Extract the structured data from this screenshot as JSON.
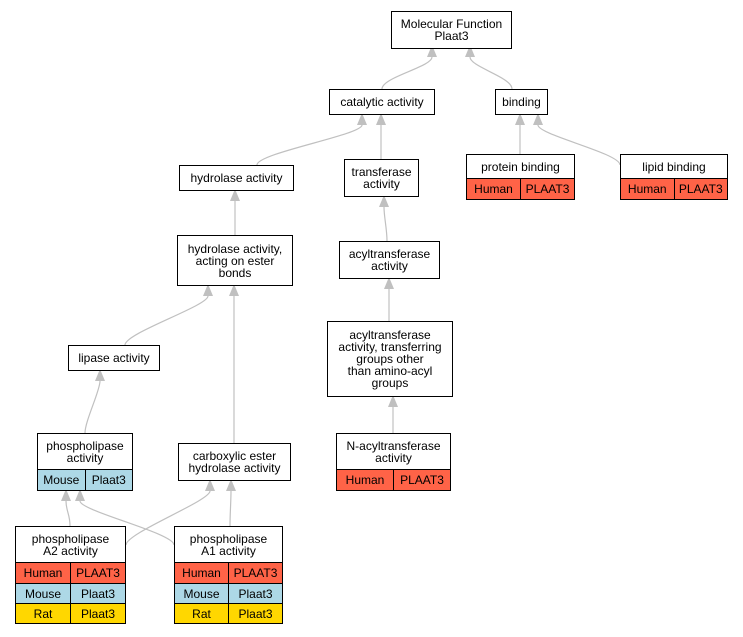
{
  "colors": {
    "edge": "#c0c0c0",
    "Human": "#ff6347",
    "Mouse": "#add8e6",
    "Rat": "#ffd700"
  },
  "nodes": [
    {
      "id": "mf",
      "label": "Molecular Function\nPlaat3",
      "rows": []
    },
    {
      "id": "catalytic",
      "label": "catalytic activity",
      "rows": []
    },
    {
      "id": "binding",
      "label": "binding",
      "rows": []
    },
    {
      "id": "hydrolase",
      "label": "hydrolase activity",
      "rows": []
    },
    {
      "id": "transferase",
      "label": "transferase\nactivity",
      "rows": []
    },
    {
      "id": "protein_binding",
      "label": "protein binding",
      "rows": [
        {
          "species": "Human",
          "gene": "PLAAT3"
        }
      ]
    },
    {
      "id": "lipid_binding",
      "label": "lipid binding",
      "rows": [
        {
          "species": "Human",
          "gene": "PLAAT3"
        }
      ]
    },
    {
      "id": "hydrolase_ester",
      "label": "hydrolase activity,\nacting on ester\nbonds",
      "rows": []
    },
    {
      "id": "acyltransferase",
      "label": "acyltransferase\nactivity",
      "rows": []
    },
    {
      "id": "acyltransferase_other",
      "label": "acyltransferase\nactivity, transferring\ngroups other\nthan amino-acyl\ngroups",
      "rows": []
    },
    {
      "id": "lipase",
      "label": "lipase activity",
      "rows": []
    },
    {
      "id": "n_acyltransferase",
      "label": "N-acyltransferase\nactivity",
      "rows": [
        {
          "species": "Human",
          "gene": "PLAAT3"
        }
      ]
    },
    {
      "id": "phospholipase",
      "label": "phospholipase\nactivity",
      "rows": [
        {
          "species": "Mouse",
          "gene": "Plaat3"
        }
      ]
    },
    {
      "id": "carboxylic",
      "label": "carboxylic ester\nhydrolase activity",
      "rows": []
    },
    {
      "id": "pla2",
      "label": "phospholipase\nA2 activity",
      "rows": [
        {
          "species": "Human",
          "gene": "PLAAT3"
        },
        {
          "species": "Mouse",
          "gene": "Plaat3"
        },
        {
          "species": "Rat",
          "gene": "Plaat3"
        }
      ]
    },
    {
      "id": "pla1",
      "label": "phospholipase\nA1 activity",
      "rows": [
        {
          "species": "Human",
          "gene": "PLAAT3"
        },
        {
          "species": "Mouse",
          "gene": "Plaat3"
        },
        {
          "species": "Rat",
          "gene": "Plaat3"
        }
      ]
    }
  ],
  "edges": [
    {
      "from": "catalytic",
      "to": "mf"
    },
    {
      "from": "binding",
      "to": "mf"
    },
    {
      "from": "hydrolase",
      "to": "catalytic"
    },
    {
      "from": "transferase",
      "to": "catalytic"
    },
    {
      "from": "protein_binding",
      "to": "binding"
    },
    {
      "from": "lipid_binding",
      "to": "binding"
    },
    {
      "from": "hydrolase_ester",
      "to": "hydrolase"
    },
    {
      "from": "acyltransferase",
      "to": "transferase"
    },
    {
      "from": "acyltransferase_other",
      "to": "acyltransferase"
    },
    {
      "from": "n_acyltransferase",
      "to": "acyltransferase_other"
    },
    {
      "from": "lipase",
      "to": "hydrolase_ester"
    },
    {
      "from": "carboxylic",
      "to": "hydrolase_ester"
    },
    {
      "from": "phospholipase",
      "to": "lipase"
    },
    {
      "from": "pla2",
      "to": "phospholipase"
    },
    {
      "from": "pla2",
      "to": "carboxylic"
    },
    {
      "from": "pla1",
      "to": "phospholipase"
    },
    {
      "from": "pla1",
      "to": "carboxylic"
    }
  ]
}
